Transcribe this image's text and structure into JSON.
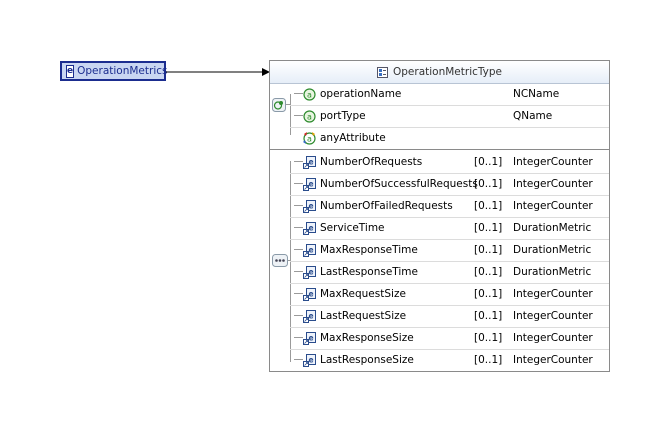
{
  "element": {
    "label": "OperationMetrics",
    "icon": "e"
  },
  "type": {
    "name": "OperationMetricType"
  },
  "attributes": [
    {
      "name": "operationName",
      "type": "NCName",
      "icon": "attribute-icon"
    },
    {
      "name": "portType",
      "type": "QName",
      "icon": "attribute-icon"
    },
    {
      "name": "anyAttribute",
      "type": "",
      "icon": "any-attribute-icon"
    }
  ],
  "elements": [
    {
      "name": "NumberOfRequests",
      "card": "[0..1]",
      "type": "IntegerCounter"
    },
    {
      "name": "NumberOfSuccessfulRequests",
      "card": "[0..1]",
      "type": "IntegerCounter"
    },
    {
      "name": "NumberOfFailedRequests",
      "card": "[0..1]",
      "type": "IntegerCounter"
    },
    {
      "name": "ServiceTime",
      "card": "[0..1]",
      "type": "DurationMetric"
    },
    {
      "name": "MaxResponseTime",
      "card": "[0..1]",
      "type": "DurationMetric"
    },
    {
      "name": "LastResponseTime",
      "card": "[0..1]",
      "type": "DurationMetric"
    },
    {
      "name": "MaxRequestSize",
      "card": "[0..1]",
      "type": "IntegerCounter"
    },
    {
      "name": "LastRequestSize",
      "card": "[0..1]",
      "type": "IntegerCounter"
    },
    {
      "name": "MaxResponseSize",
      "card": "[0..1]",
      "type": "IntegerCounter"
    },
    {
      "name": "LastResponseSize",
      "card": "[0..1]",
      "type": "IntegerCounter"
    }
  ],
  "colors": {
    "element_fill": "#c9d6f2",
    "element_border": "#1b2d8f",
    "attr_icon": "#2e8b2e"
  }
}
